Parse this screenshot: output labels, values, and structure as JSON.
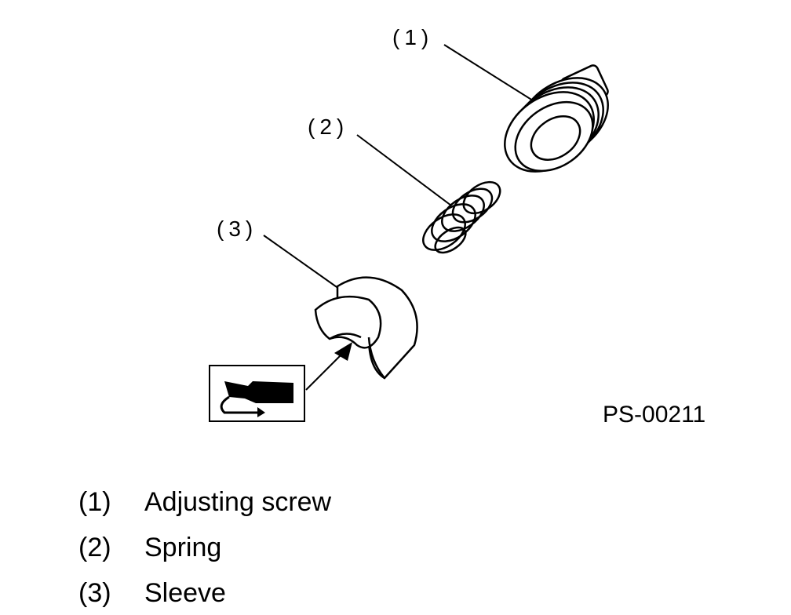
{
  "callouts": [
    "(1)",
    "(2)",
    "(3)"
  ],
  "figure_code": "PS-00211",
  "legend": [
    {
      "number": "(1)",
      "label": "Adjusting screw"
    },
    {
      "number": "(2)",
      "label": "Spring"
    },
    {
      "number": "(3)",
      "label": "Sleeve"
    }
  ],
  "symbol": "grease-application-icon"
}
